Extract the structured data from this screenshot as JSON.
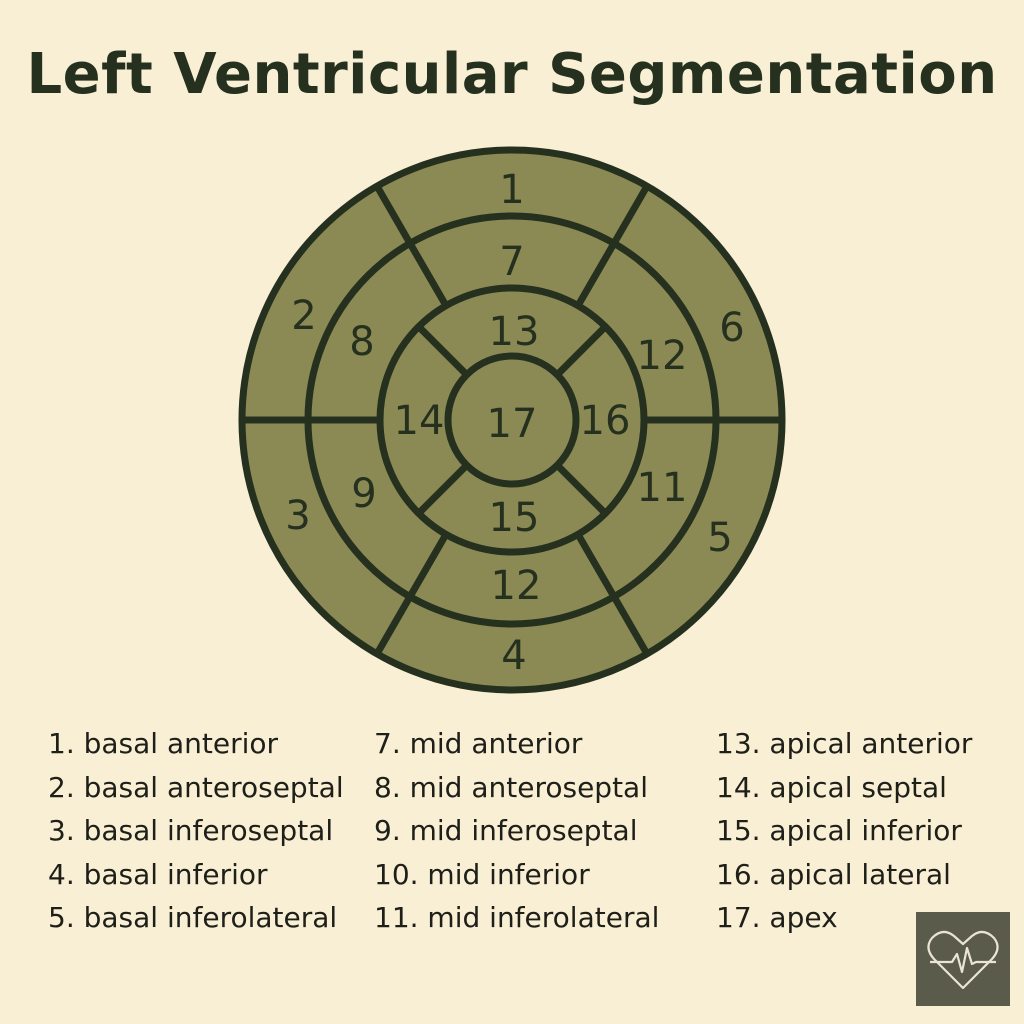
{
  "title": "Left Ventricular Segmentation",
  "colors": {
    "background": "#f8efd4",
    "segment_fill": "#8b8a55",
    "outline": "#25301f",
    "logo_box": "#5b5b4c"
  },
  "rings": {
    "basal": [
      {
        "id": "seg-1",
        "label": "1"
      },
      {
        "id": "seg-2",
        "label": "2"
      },
      {
        "id": "seg-3",
        "label": "3"
      },
      {
        "id": "seg-4",
        "label": "4"
      },
      {
        "id": "seg-5",
        "label": "5"
      },
      {
        "id": "seg-6",
        "label": "6"
      }
    ],
    "mid": [
      {
        "id": "seg-7",
        "label": "7"
      },
      {
        "id": "seg-8",
        "label": "8"
      },
      {
        "id": "seg-9",
        "label": "9"
      },
      {
        "id": "seg-10",
        "label": "12"
      },
      {
        "id": "seg-11",
        "label": "11"
      },
      {
        "id": "seg-12",
        "label": "12"
      }
    ],
    "apical": [
      {
        "id": "seg-13",
        "label": "13"
      },
      {
        "id": "seg-14",
        "label": "14"
      },
      {
        "id": "seg-15",
        "label": "15"
      },
      {
        "id": "seg-16",
        "label": "16"
      }
    ],
    "apex": {
      "id": "seg-17",
      "label": "17"
    }
  },
  "legend": {
    "col1": [
      "1. basal anterior",
      "2. basal anteroseptal",
      "3. basal inferoseptal",
      "4. basal inferior",
      "5. basal inferolateral"
    ],
    "col2": [
      "7. mid anterior",
      "8. mid anteroseptal",
      "9. mid inferoseptal",
      "10. mid inferior",
      "11. mid inferolateral"
    ],
    "col3": [
      "13. apical anterior",
      "14. apical septal",
      "15. apical inferior",
      "16. apical lateral",
      "17. apex"
    ]
  },
  "logo": {
    "icon": "heart-ecg-icon"
  }
}
